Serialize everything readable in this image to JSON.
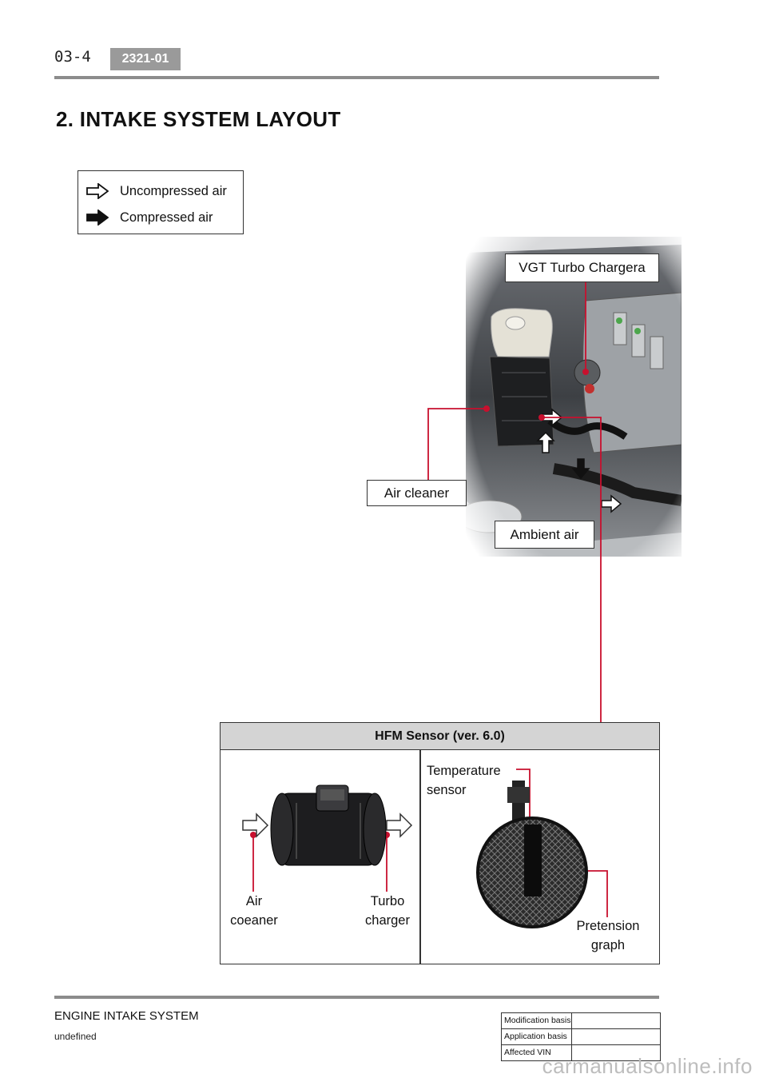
{
  "header": {
    "page_number": "03-4",
    "code": "2321-01"
  },
  "section_title": "2. INTAKE SYSTEM LAYOUT",
  "legend": {
    "items": [
      {
        "label": "Uncompressed air",
        "icon": "outline-arrow-icon"
      },
      {
        "label": "Compressed air",
        "icon": "solid-arrow-icon"
      }
    ]
  },
  "photo_callouts": {
    "vgt": "VGT Turbo Chargera",
    "air_cleaner": "Air cleaner",
    "ambient_air": "Ambient air"
  },
  "hfm": {
    "title": "HFM Sensor (ver. 6.0)",
    "left_labels": {
      "air_cleaner_line1": "Air",
      "air_cleaner_line2": "coeaner",
      "turbo_line1": "Turbo",
      "turbo_line2": "charger"
    },
    "right_labels": {
      "temp_line1": "Temperature",
      "temp_line2": "sensor",
      "pretension_line1": "Pretension",
      "pretension_line2": "graph"
    }
  },
  "footer": {
    "title": "ENGINE INTAKE SYSTEM",
    "subtitle": "undefined",
    "table": [
      {
        "label": "Modification basis",
        "value": ""
      },
      {
        "label": "Application basis",
        "value": ""
      },
      {
        "label": "Affected VIN",
        "value": ""
      }
    ],
    "watermark": "carmanualsonline.info"
  },
  "colors": {
    "callout_line": "#c8102e",
    "rule": "#8c8c8c",
    "badge": "#9a9a9a",
    "table_header": "#d4d4d4"
  }
}
